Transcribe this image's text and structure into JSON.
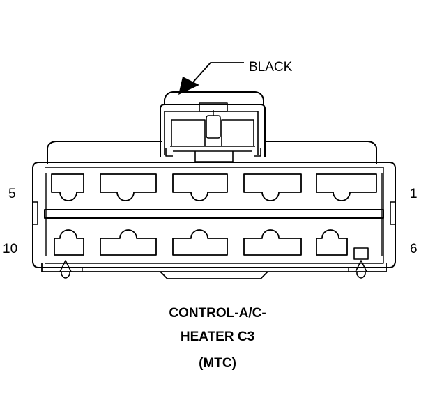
{
  "color_label": "BLACK",
  "pins": {
    "top_left": "5",
    "top_right": "1",
    "bottom_left": "10",
    "bottom_right": "6"
  },
  "caption": {
    "line1": "CONTROL-A/C-",
    "line2": "HEATER C3",
    "line3": "(MTC)"
  },
  "colors": {
    "line": "#000000",
    "background": "#ffffff"
  }
}
